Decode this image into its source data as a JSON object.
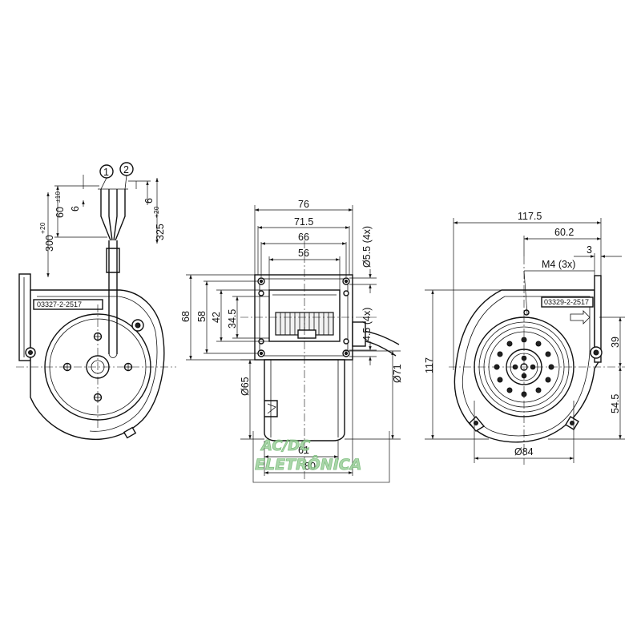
{
  "views": {
    "left": {
      "part_code": "03327-2-2517",
      "wire_markers": [
        "1",
        "2"
      ],
      "dims": {
        "lead_a_val": "60",
        "lead_a_tol": "±10",
        "strip_a": "6",
        "lead_b_val": "300",
        "lead_b_tol": "+20",
        "strip_b": "6",
        "lead_c_val": "325",
        "lead_c_tol": "+20"
      }
    },
    "middle": {
      "dims": {
        "w76": "76",
        "w71_5": "71.5",
        "w66": "66",
        "w56": "56",
        "hole": "Ø5.5 (4x)",
        "hole2": "4.5 (4x)",
        "h68": "68",
        "h58": "58",
        "h42": "42",
        "h34_5": "34.5",
        "d65": "Ø65",
        "d71": "Ø71",
        "w61": "61",
        "w80": "80"
      }
    },
    "right": {
      "part_code": "03329-2-2517",
      "dims": {
        "w117_5": "117.5",
        "w60_2": "60.2",
        "w3": "3",
        "thread": "M4 (3x)",
        "h117": "117",
        "h39": "39",
        "h54_5": "54.5",
        "d84": "Ø84"
      }
    }
  },
  "watermark": {
    "line1": "AC/DC",
    "line2": "ELETRÔNICA",
    "color": "#9ccf9c"
  }
}
